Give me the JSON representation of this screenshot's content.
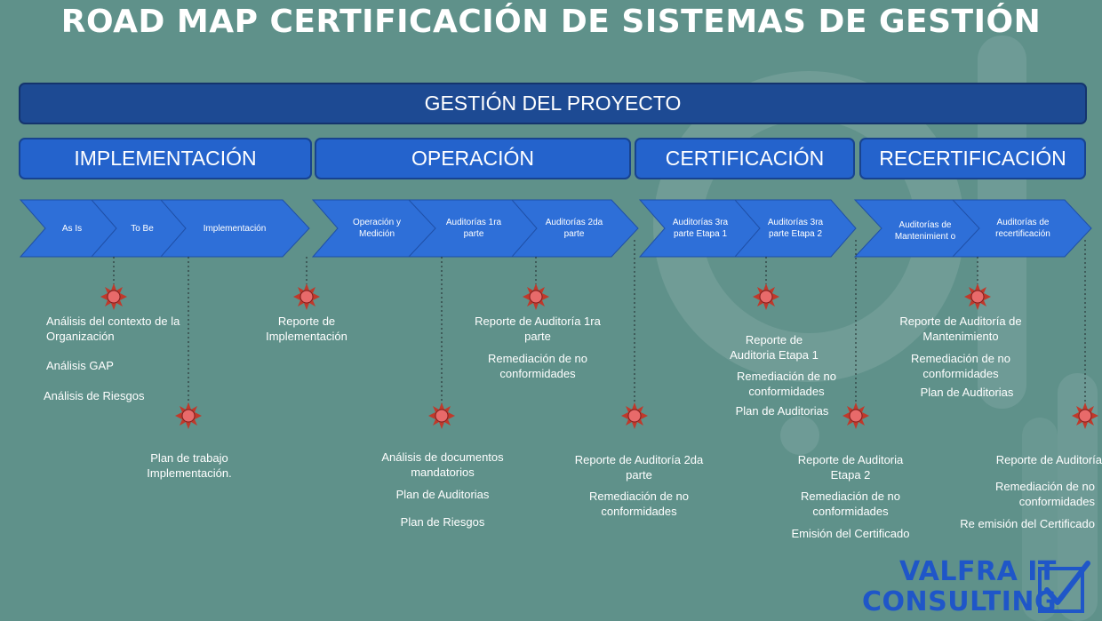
{
  "title": "ROAD MAP CERTIFICACIÓN DE SISTEMAS DE GESTIÓN",
  "project_band": "GESTIÓN DEL  PROYECTO",
  "phases": [
    "IMPLEMENTACIÓN",
    "OPERACIÓN",
    "CERTIFICACIÓN",
    "RECERTIFICACIÓN"
  ],
  "steps": [
    "As Is",
    "To Be",
    "Implementación",
    "Operación y Medición",
    "Auditorías 1ra parte",
    "Auditorías 2da parte",
    "Auditorías 3ra parte Etapa 1",
    "Auditorías 3ra parte Etapa 2",
    "Auditorías de Mantenimient o",
    "Auditorías de recertificación"
  ],
  "notes": {
    "contexto": "Análisis del contexto de la Organización",
    "gap": "Análisis GAP",
    "riesgos": "Análisis de Riesgos",
    "plan_trabajo": "Plan de trabajo Implementación.",
    "reporte_impl": "Reporte de Implementación",
    "docs": "Análisis de documentos mandatorios",
    "plan_aud_op": "Plan de Auditorias",
    "plan_riesgos": "Plan de Riesgos",
    "rep_1ra": "Reporte de Auditoría 1ra parte",
    "remed_1ra": "Remediación de no conformidades",
    "rep_2da": "Reporte de Auditoría 2da parte",
    "remed_2da": "Remediación de no conformidades",
    "rep_etapa1": "Reporte de Auditoria Etapa 1",
    "remed_etapa1": "Remediación de no conformidades",
    "plan_aud_etapa1": "Plan de Auditorias",
    "rep_etapa2": "Reporte de Auditoria Etapa 2",
    "remed_etapa2": "Remediación de no conformidades",
    "emision": "Emisión del Certificado",
    "rep_mant": "Reporte de Auditoría de Mantenimiento",
    "remed_mant": "Remediación de no conformidades",
    "plan_aud_mant": "Plan de Auditorias",
    "rep_recert": "Reporte de Auditoría",
    "remed_recert": "Remediación de no conformidades",
    "reemision": "Re emisión del Certificado"
  },
  "logo": {
    "line1": "VALFRA IT",
    "line2": "CONSULTING"
  },
  "colors": {
    "background": "#5f918a",
    "project_band": "#1d4a93",
    "phase_band": "#2463cc",
    "chevron": "#2e6fd8",
    "marker": "#e05a5a"
  }
}
